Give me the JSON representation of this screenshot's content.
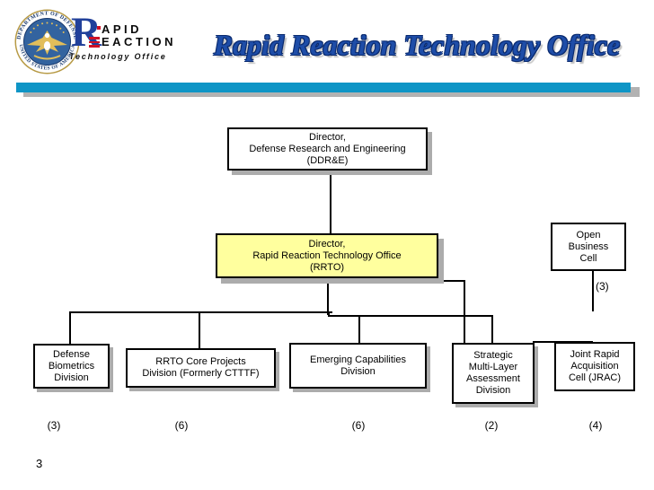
{
  "slide": {
    "title": "Rapid Reaction Technology Office",
    "page_number": "3"
  },
  "logo": {
    "seal_top_text": "DEPARTMENT OF DEFENSE",
    "seal_bottom_text": "UNITED STATES OF AMERICA",
    "r_initial": "R",
    "word1_rest": "APID",
    "word2_rest": "EACTION",
    "subtitle": "Technology Office"
  },
  "org_chart": {
    "ddre": {
      "line1": "Director,",
      "line2": "Defense Research and Engineering",
      "line3": "(DDR&E)"
    },
    "rrto": {
      "line1": "Director,",
      "line2": "Rapid Reaction Technology Office",
      "line3": "(RRTO)"
    },
    "open_business_cell": {
      "line1": "Open",
      "line2": "Business",
      "line3": "Cell",
      "count": "(3)"
    },
    "divisions": [
      {
        "lines": [
          "Defense",
          "Biometrics",
          "Division"
        ],
        "count": "(3)"
      },
      {
        "lines": [
          "RRTO Core Projects",
          "Division (Formerly CTTTF)"
        ],
        "count": "(6)"
      },
      {
        "lines": [
          "Emerging Capabilities",
          "Division"
        ],
        "count": "(6)"
      },
      {
        "lines": [
          "Strategic",
          "Multi-Layer",
          "Assessment",
          "Division"
        ],
        "count": "(2)"
      },
      {
        "lines": [
          "Joint Rapid",
          "Acquisition",
          "Cell (JRAC)"
        ],
        "count": "(4)"
      }
    ]
  },
  "colors": {
    "accent_bar_blue": "#0E95C6",
    "title_blue": "#1E4DA8",
    "highlight_yellow": "#FFFF9E",
    "shadow_gray": "#ACACAC",
    "logo_blue": "#21409A",
    "logo_red": "#CE1126",
    "seal_field_blue": "#33639F",
    "seal_gold": "#E2BE5A"
  }
}
